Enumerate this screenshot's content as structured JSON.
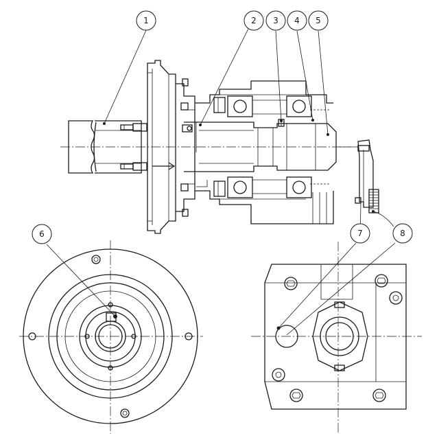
{
  "colors": {
    "line": "#1a1a1a",
    "background": "#ffffff"
  },
  "callouts": [
    {
      "id": "1",
      "label": "1"
    },
    {
      "id": "2",
      "label": "2"
    },
    {
      "id": "3",
      "label": "3"
    },
    {
      "id": "4",
      "label": "4"
    },
    {
      "id": "5",
      "label": "5"
    },
    {
      "id": "6",
      "label": "6"
    },
    {
      "id": "7",
      "label": "7"
    },
    {
      "id": "8",
      "label": "8"
    }
  ]
}
